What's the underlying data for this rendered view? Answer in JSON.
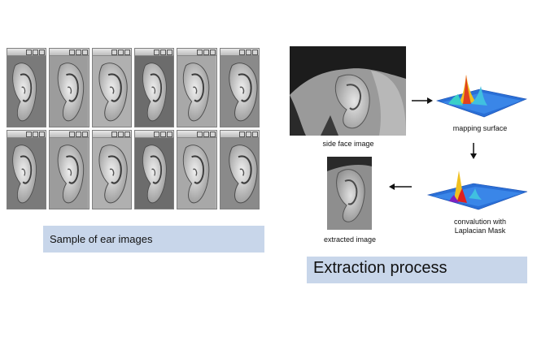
{
  "sample_grid": {
    "rows": 2,
    "columns": 6
  },
  "sample_caption": "Sample of ear images",
  "extraction": {
    "side_face_label": "side face image",
    "mapping_surface_label": "mapping surface",
    "convolution_label_line1": "convalution with",
    "convolution_label_line2": "Laplacian Mask",
    "extracted_label": "extracted image",
    "title": "Extraction process"
  },
  "colors": {
    "caption_box": "#c8d6ea",
    "surface_blue": "#2a6fd6",
    "surface_peak": "#f0c020"
  }
}
